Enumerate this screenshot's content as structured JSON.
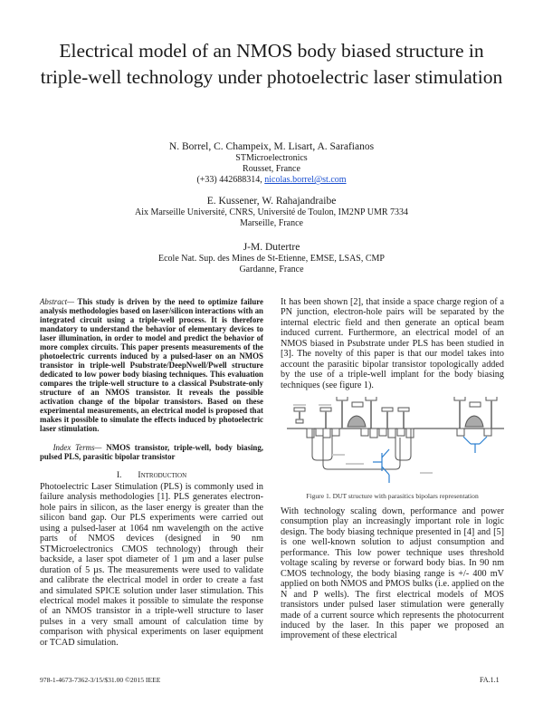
{
  "title": "Electrical model of an NMOS body biased structure in triple-well technology under photoelectric laser stimulation",
  "authors": [
    {
      "names": "N. Borrel, C. Champeix, M. Lisart, A. Sarafianos",
      "lines": [
        "STMicroelectronics",
        "Rousset, France"
      ],
      "phone": "(+33) 442688314, ",
      "email": "nicolas.borrel@st.com"
    },
    {
      "names": "E. Kussener, W. Rahajandraibe",
      "lines": [
        "Aix Marseille Université, CNRS, Université de Toulon, IM2NP UMR 7334",
        "Marseille, France"
      ]
    },
    {
      "names": "J-M. Dutertre",
      "lines": [
        "Ecole Nat. Sup. des Mines de St-Etienne, EMSE, LSAS, CMP",
        "Gardanne, France"
      ]
    }
  ],
  "abstract": {
    "label": "Abstract—",
    "text": " This study is driven by the need to optimize failure analysis methodologies based on laser/silicon interactions with an integrated circuit using a triple-well process. It is therefore mandatory to understand the behavior of elementary devices to laser illumination, in order to model and predict the behavior of more complex circuits. This paper presents measurements of the photoelectric currents induced by a pulsed-laser on an NMOS transistor in triple-well Psubstrate/DeepNwell/Pwell structure dedicated to low power body biasing techniques. This evaluation compares the triple-well structure to a classical Psubstrate-only structure of an NMOS transistor. It reveals the possible activation change of the bipolar transistors. Based on these experimental measurements, an electrical model is proposed that makes it possible to simulate the effects induced by photoelectric laser stimulation."
  },
  "index_terms": {
    "label": "Index Terms—",
    "text": " NMOS transistor, triple-well, body biasing, pulsed PLS, parasitic bipolar transistor"
  },
  "section1": {
    "number": "I.",
    "title": "Introduction"
  },
  "paragraphs": {
    "intro": "Photoelectric Laser Stimulation (PLS) is commonly used in failure analysis methodologies [1]. PLS generates electron-hole pairs in silicon, as the laser energy is greater than the silicon band gap. Our PLS experiments were carried out using a pulsed-laser at 1064 nm wavelength on the active parts of NMOS devices (designed in 90 nm STMicroelectronics CMOS technology) through their backside, a laser spot diameter of 1 µm and a laser pulse duration of 5 µs. The measurements were used to validate and calibrate the electrical model in order to create a fast and simulated SPICE solution under laser stimulation. This electrical model makes it possible to simulate the response of an NMOS transistor in a triple-well structure to laser pulses in a very small amount of calculation time by comparison with physical experiments on laser equipment or TCAD simulation.",
    "right1": "It has been shown [2], that inside a space charge region of a PN junction, electron-hole pairs will be separated by the internal electric field and then generate an optical beam induced current. Furthermore, an electrical model of an NMOS biased in Psubstrate under PLS has been studied in [3]. The novelty of this paper is that our model takes into account the parasitic bipolar transistor topologically added by the use of a triple-well implant for the body biasing techniques (see figure 1).",
    "right2": "With technology scaling down, performance and power consumption play an increasingly important role in logic design. The body biasing technique presented in [4] and [5] is one well-known solution to adjust consumption and performance. This low power technique uses threshold voltage scaling by reverse or forward body bias. In 90 nm CMOS technology, the body biasing range is +/- 400 mV applied on both NMOS and PMOS bulks (i.e. applied on the N and P wells). The first electrical models of MOS transistors under pulsed laser stimulation were generally made of a current source which represents the photocurrent induced by the laser. In this paper we proposed an improvement of these electrical"
  },
  "figure1": {
    "caption": "Figure 1.   DUT structure with parasitics bipolars representation",
    "accent_color": "#2a7fd0"
  },
  "footer": {
    "left": "978-1-4673-7362-3/15/$31.00 ©2015 IEEE",
    "right": "FA.1.1"
  }
}
